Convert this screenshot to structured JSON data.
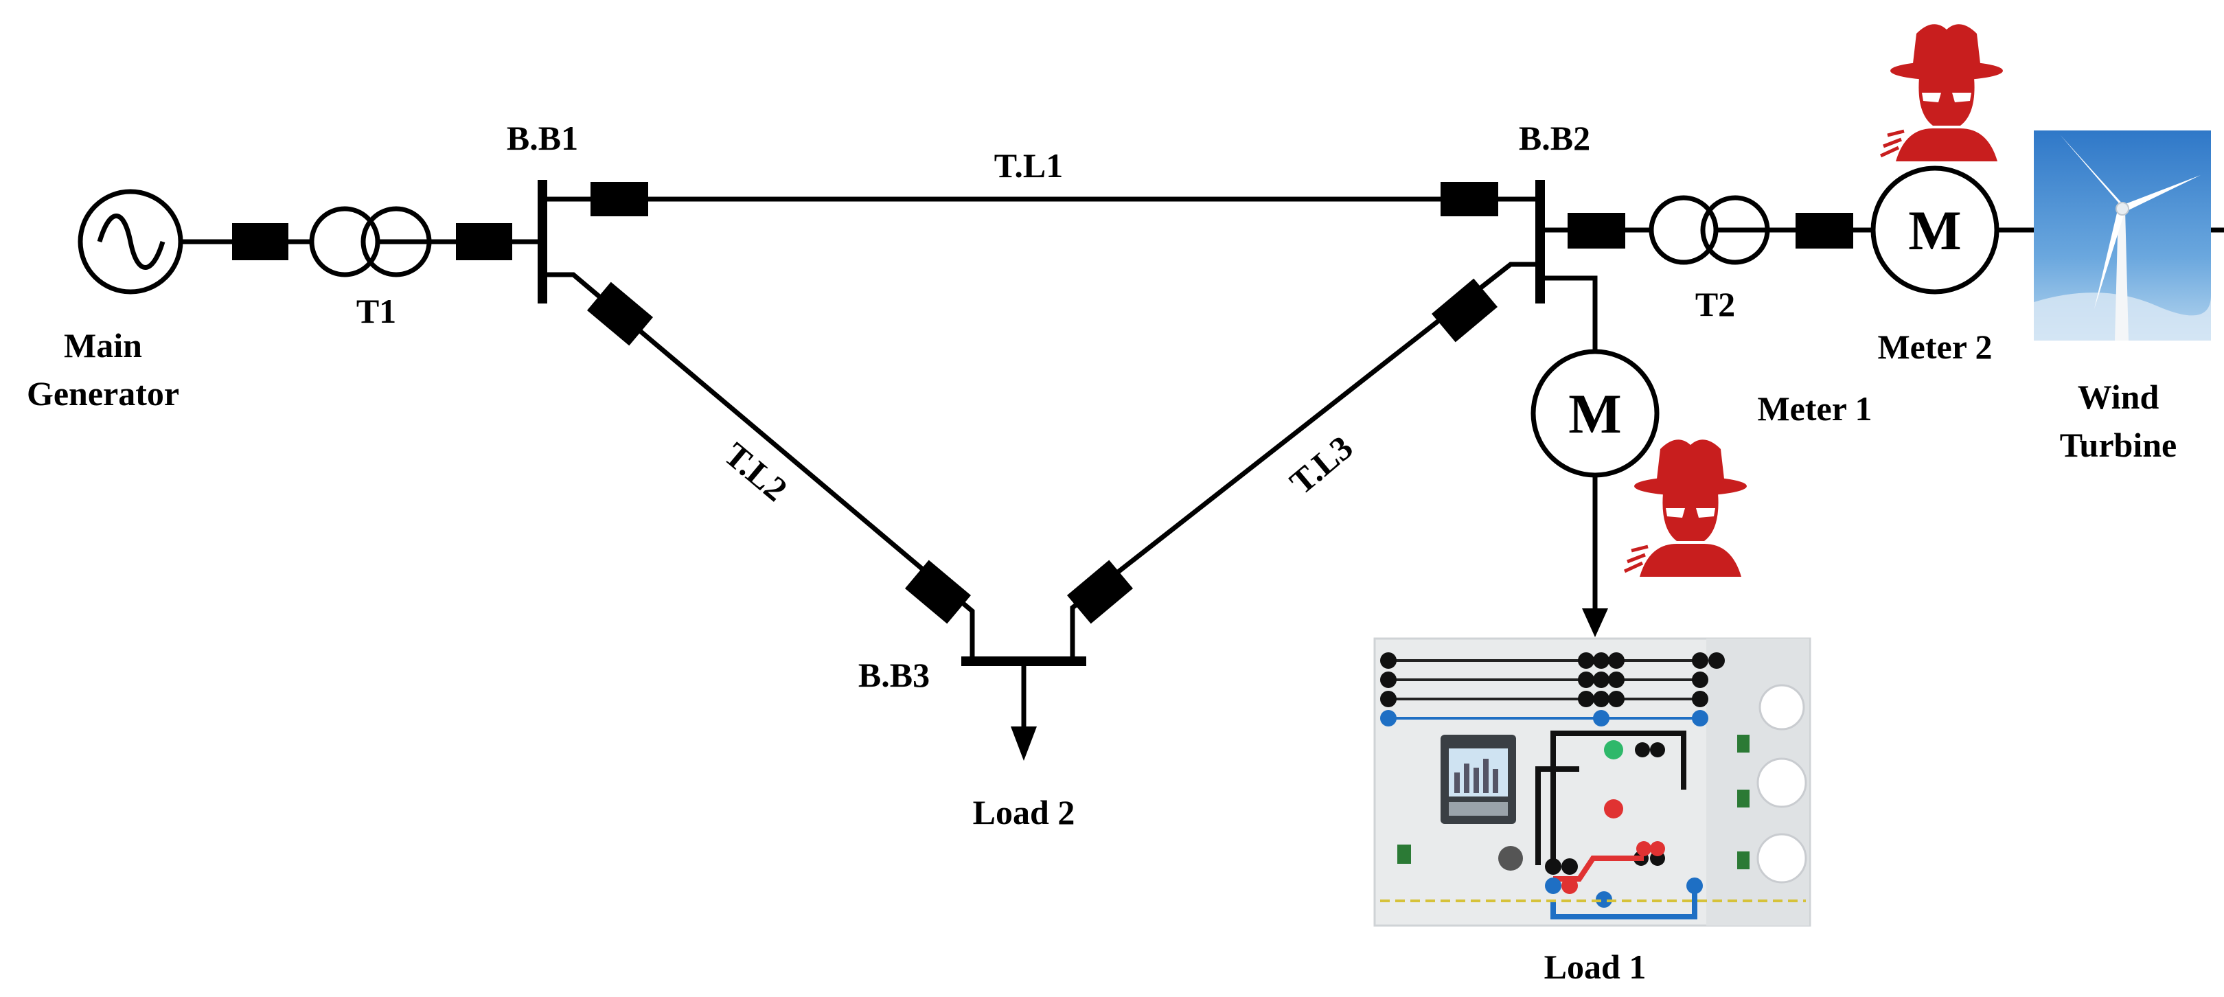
{
  "labels": {
    "main_generator_line1": "Main",
    "main_generator_line2": "Generator",
    "t1": "T1",
    "t2": "T2",
    "bb1": "B.B1",
    "bb2": "B.B2",
    "bb3": "B.B3",
    "tl1": "T.L1",
    "tl2": "T.L2",
    "tl3": "T.L3",
    "meter1": "Meter 1",
    "meter2": "Meter 2",
    "meter_symbol": "M",
    "wind_turbine_line1": "Wind",
    "wind_turbine_line2": "Turbine",
    "load1": "Load 1",
    "load2": "Load 2"
  },
  "icons": {
    "generator": "ac-generator-icon",
    "transformer": "transformer-icon",
    "breaker": "circuit-breaker-icon",
    "meter": "meter-icon",
    "attacker": "hacker-icon",
    "wind_turbine": "wind-turbine-photo",
    "load_panel": "load-panel-photo"
  },
  "colors": {
    "lines": "#000000",
    "attacker": "#c81e1e",
    "sky_top": "#2f78c8",
    "sky_bottom": "#a8cdec"
  }
}
